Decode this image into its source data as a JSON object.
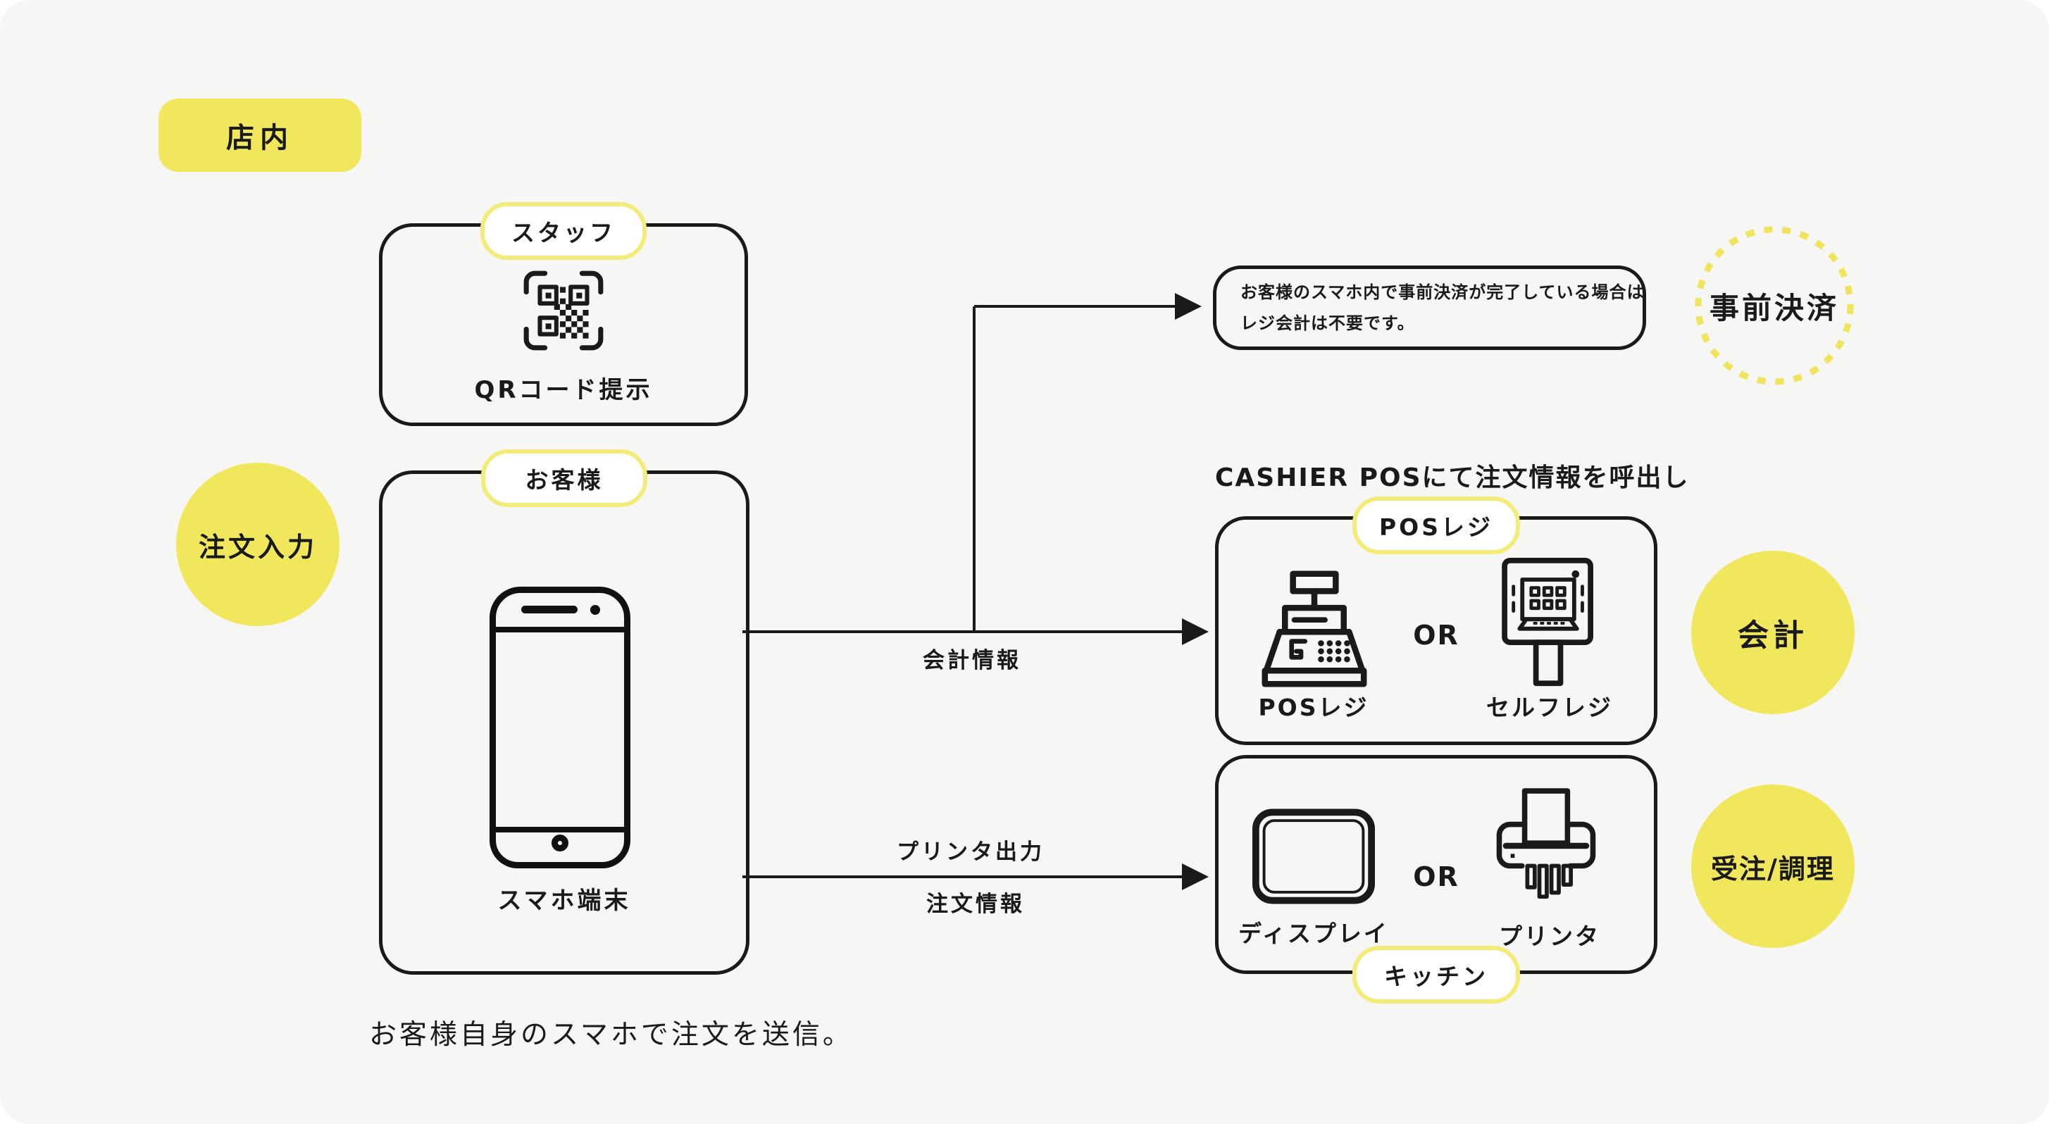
{
  "colors": {
    "background": "#f6f6f4",
    "accent_yellow": "#f1e75c",
    "pill_border_yellow": "#f3ec79",
    "line_black": "#1a1a1a"
  },
  "in_store_badge": {
    "label": "店内"
  },
  "staff_box": {
    "tag": "スタッフ",
    "icon": "qr-code-icon",
    "caption": "QRコード提示"
  },
  "customer_box": {
    "tag": "お客様",
    "icon": "smartphone-icon",
    "caption": "スマホ端末",
    "footnote": "お客様自身のスマホで注文を送信。"
  },
  "circles": {
    "order_input": {
      "label": "注文入力"
    },
    "prepayment": {
      "label": "事前決済"
    },
    "checkout": {
      "label": "会計"
    },
    "order_cooking": {
      "label": "受注/調理"
    }
  },
  "prepaid_note": {
    "lines": [
      "お客様のスマホ内で事前決済が完了している場合は",
      "レジ会計は不要です。"
    ]
  },
  "pos_section": {
    "heading": "CASHIER POSにて注文情報を呼出し"
  },
  "pos_box": {
    "tag": "POSレジ",
    "or_label": "OR",
    "items": [
      {
        "label": "POSレジ",
        "icon": "cash-register-icon"
      },
      {
        "label": "セルフレジ",
        "icon": "self-checkout-icon"
      }
    ]
  },
  "kitchen_box": {
    "tag": "キッチン",
    "or_label": "OR",
    "items": [
      {
        "label": "ディスプレイ",
        "icon": "display-icon"
      },
      {
        "label": "プリンタ",
        "icon": "printer-icon"
      }
    ]
  },
  "flow_labels": {
    "accounting_info": "会計情報",
    "printer_output": "プリンタ出力",
    "order_info": "注文情報"
  }
}
